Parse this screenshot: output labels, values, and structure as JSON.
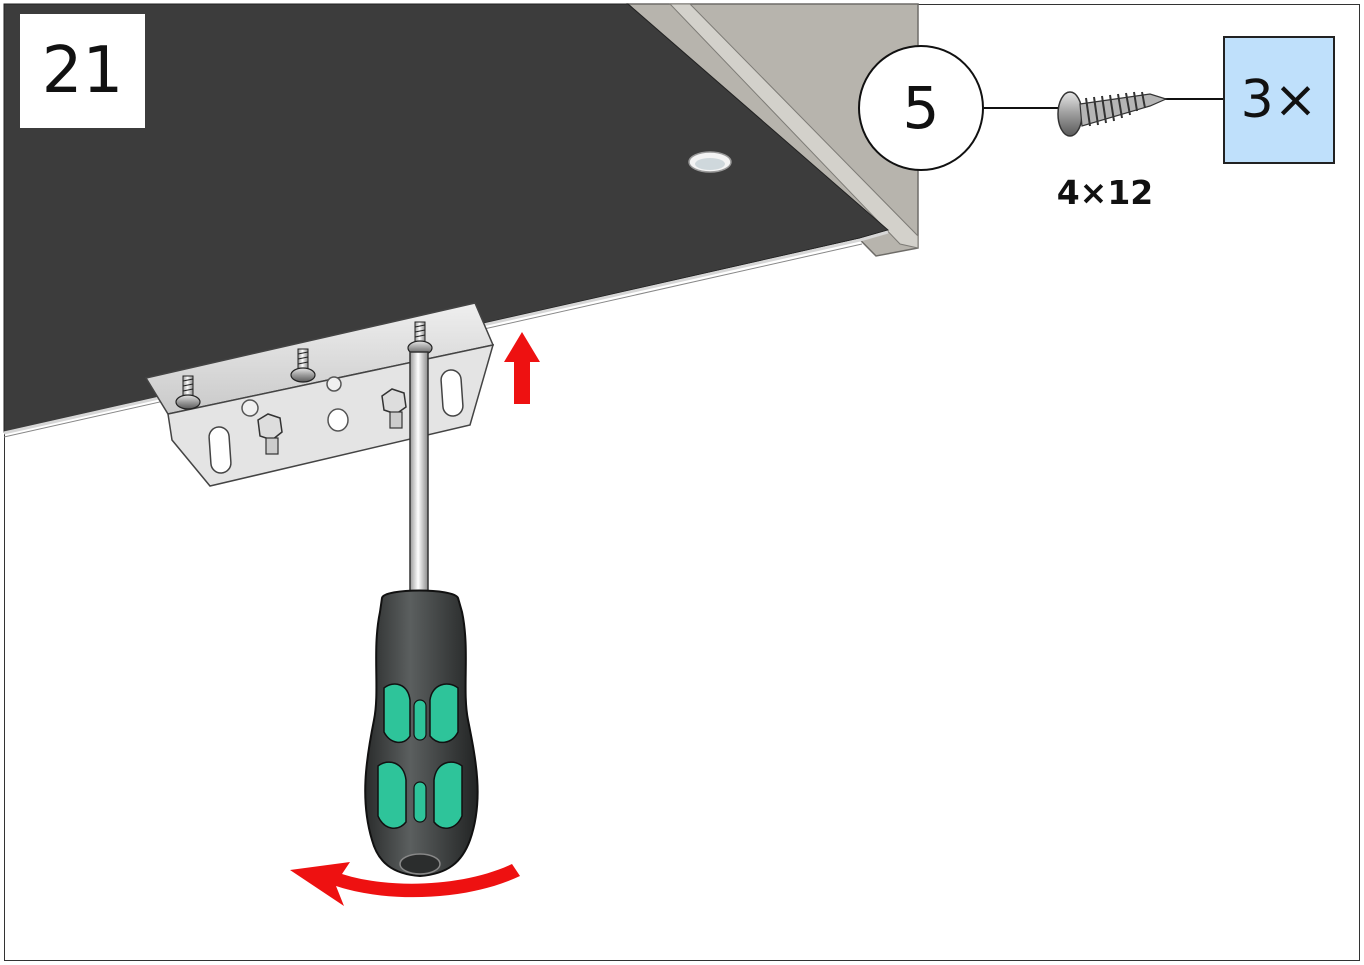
{
  "step": {
    "number": "21"
  },
  "parts": {
    "part_number": "5",
    "screw_size": "4×12",
    "quantity": "3×"
  },
  "colors": {
    "panel": "#3d3d3d",
    "side_panel": "#b8b5ae",
    "bracket": "#d9d9d9",
    "qty_box": "#bfe0fb",
    "arrow": "#ee1111",
    "handle_dark": "#3a3d3d",
    "handle_grip": "#2ec49a"
  },
  "icons": {
    "screw": "screw-icon",
    "screwdriver": "screwdriver-icon",
    "up_arrow": "up-arrow-icon",
    "rotate_arrow": "rotate-arrow-icon"
  }
}
